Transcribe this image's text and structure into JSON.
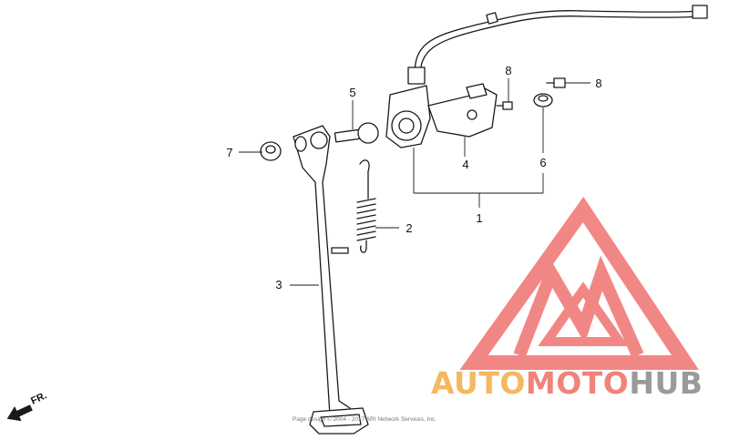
{
  "diagram": {
    "callouts": [
      {
        "id": "part-1",
        "label": "1"
      },
      {
        "id": "part-2",
        "label": "2"
      },
      {
        "id": "part-3",
        "label": "3"
      },
      {
        "id": "part-4",
        "label": "4"
      },
      {
        "id": "part-5",
        "label": "5"
      },
      {
        "id": "part-6",
        "label": "6"
      },
      {
        "id": "part-7",
        "label": "7"
      },
      {
        "id": "part-8a",
        "label": "8"
      },
      {
        "id": "part-8b",
        "label": "8"
      }
    ],
    "direction_label": "FR.",
    "copyright": "Page design © 2004 - 2017 ARI Network Services, Inc."
  },
  "watermark": {
    "part1": "AUTO",
    "part2": "MOTO",
    "part3": "HUB",
    "colors": {
      "auto": "#f4b860",
      "moto": "#f0837a",
      "hub": "#9a9a9a",
      "logo": "#f07b78"
    }
  }
}
